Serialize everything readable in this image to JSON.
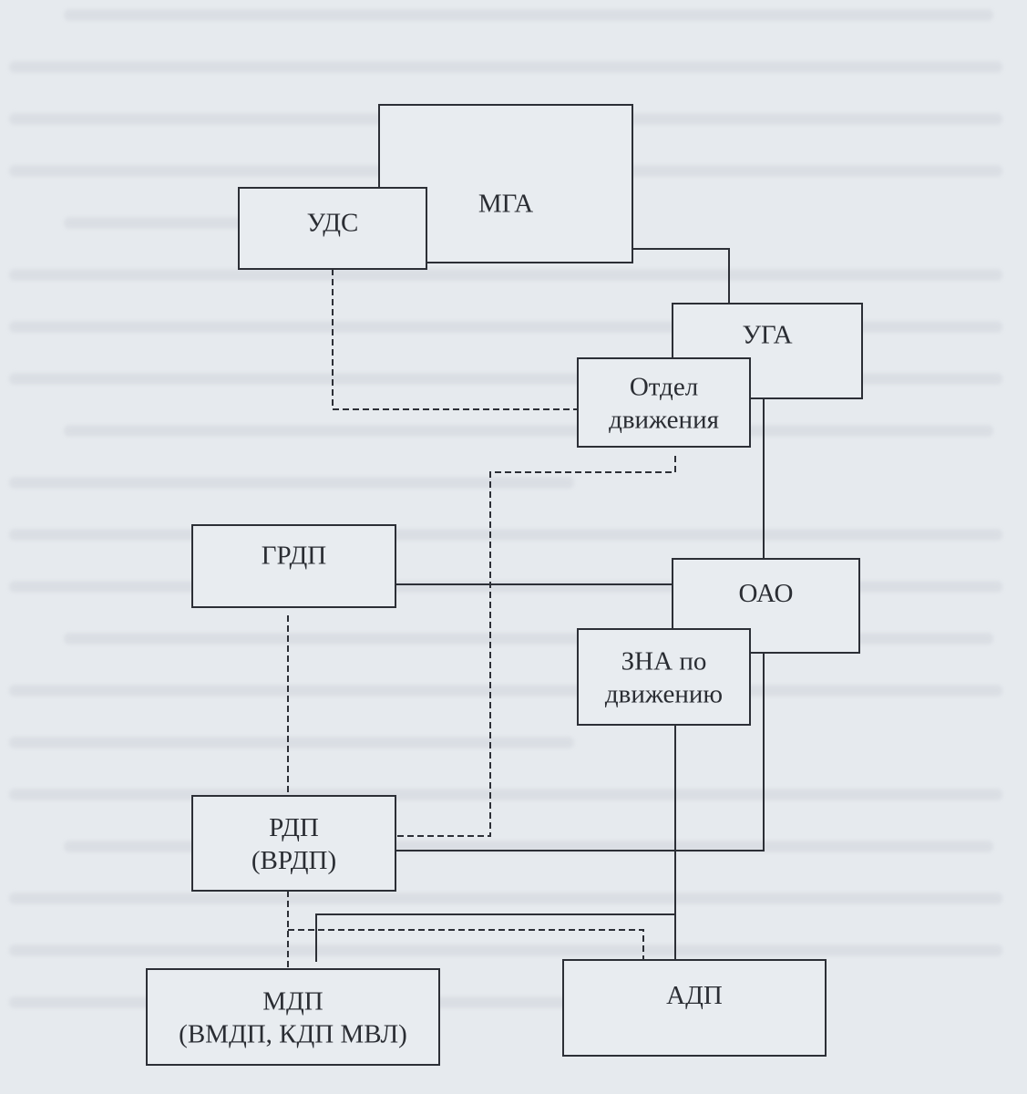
{
  "diagram": {
    "type": "organizational-structure",
    "language": "ru",
    "nodes": [
      {
        "id": "mga",
        "lines": [
          "МГА"
        ]
      },
      {
        "id": "uds",
        "lines": [
          "УДС"
        ]
      },
      {
        "id": "uga",
        "lines": [
          "УГА"
        ]
      },
      {
        "id": "otdel",
        "lines": [
          "Отдел",
          "движения"
        ]
      },
      {
        "id": "grdp",
        "lines": [
          "ГРДП"
        ]
      },
      {
        "id": "oao",
        "lines": [
          "ОАО"
        ]
      },
      {
        "id": "zna",
        "lines": [
          "ЗНА по",
          "движению"
        ]
      },
      {
        "id": "rdp",
        "lines": [
          "РДП",
          "(ВРДП)"
        ]
      },
      {
        "id": "mdp",
        "lines": [
          "МДП",
          "(ВМДП, КДП МВЛ)"
        ]
      },
      {
        "id": "adp",
        "lines": [
          "АДП"
        ]
      }
    ],
    "edges": [
      {
        "from": "mga",
        "to": "uds",
        "style": "solid"
      },
      {
        "from": "mga",
        "to": "uga",
        "style": "solid"
      },
      {
        "from": "uds",
        "to": "otdel",
        "style": "dashed"
      },
      {
        "from": "uga",
        "to": "otdel",
        "style": "solid"
      },
      {
        "from": "uga",
        "to": "oao",
        "style": "solid"
      },
      {
        "from": "otdel",
        "to": "rdp",
        "style": "dashed"
      },
      {
        "from": "grdp",
        "to": "oao",
        "style": "solid"
      },
      {
        "from": "grdp",
        "to": "rdp",
        "style": "dashed"
      },
      {
        "from": "oao",
        "to": "zna",
        "style": "solid"
      },
      {
        "from": "oao",
        "to": "rdp",
        "style": "solid"
      },
      {
        "from": "zna",
        "to": "adp",
        "style": "solid"
      },
      {
        "from": "adp",
        "to": "mdp",
        "style": "solid"
      },
      {
        "from": "rdp",
        "to": "mdp",
        "style": "dashed"
      },
      {
        "from": "rdp",
        "to": "adp",
        "style": "dashed"
      }
    ]
  },
  "background_text": {
    "legible": false,
    "line_count": 20
  }
}
